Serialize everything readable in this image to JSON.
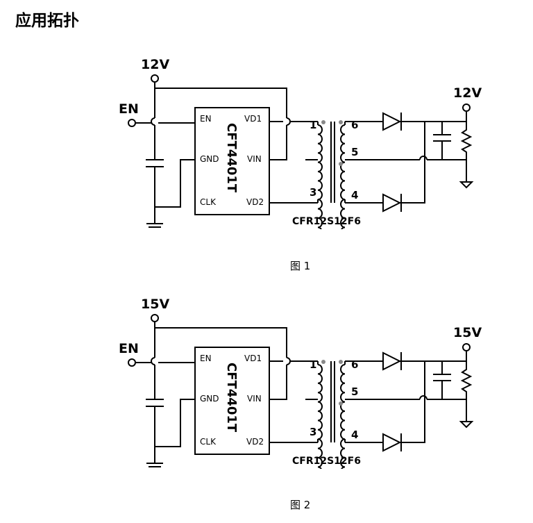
{
  "page_title": "应用拓扑",
  "figures": [
    {
      "input_voltage": "12V",
      "output_voltage": "12V",
      "enable_label": "EN",
      "chip_name": "CFT4401T",
      "pins": {
        "en": "EN",
        "gnd": "GND",
        "clk": "CLK",
        "vd1": "VD1",
        "vin": "VIN",
        "vd2": "VD2"
      },
      "transformer": {
        "name": "CFR12S12F6",
        "pin1": "1",
        "pin3": "3",
        "pin4": "4",
        "pin5": "5",
        "pin6": "6"
      },
      "caption": "图 1"
    },
    {
      "input_voltage": "15V",
      "output_voltage": "15V",
      "enable_label": "EN",
      "chip_name": "CFT4401T",
      "pins": {
        "en": "EN",
        "gnd": "GND",
        "clk": "CLK",
        "vd1": "VD1",
        "vin": "VIN",
        "vd2": "VD2"
      },
      "transformer": {
        "name": "CFR12S12F6",
        "pin1": "1",
        "pin3": "3",
        "pin4": "4",
        "pin5": "5",
        "pin6": "6"
      },
      "caption": "图 2"
    }
  ]
}
